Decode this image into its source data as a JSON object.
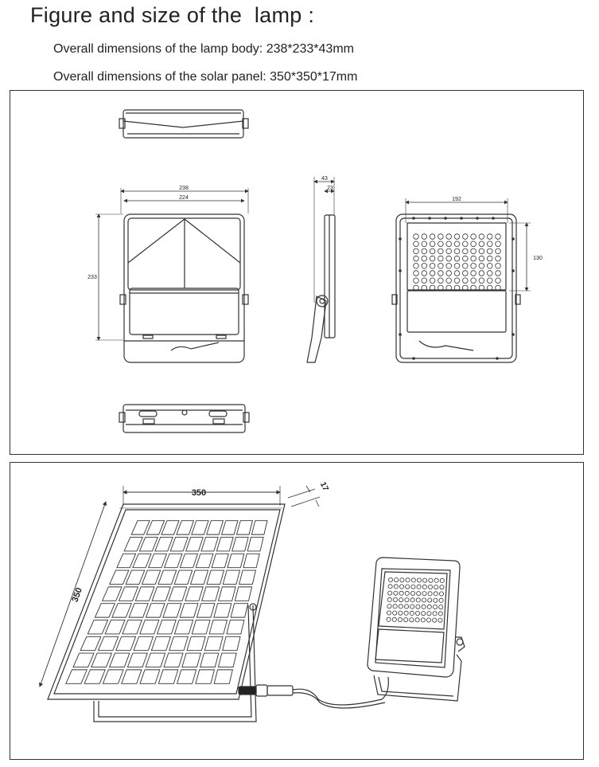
{
  "heading": {
    "title": "Figure and size of the  lamp :",
    "lamp_body": "Overall dimensions of the lamp body: 238*233*43mm",
    "solar_panel": "Overall dimensions of the solar panel: 350*350*17mm"
  },
  "lamp_drawing": {
    "width_outer": "238",
    "width_inner": "224",
    "height": "233",
    "depth_outer": "43",
    "depth_inner": "23",
    "back_width": "192",
    "back_height": "130"
  },
  "panel_drawing": {
    "width": "350",
    "height": "350",
    "thickness": "17"
  }
}
